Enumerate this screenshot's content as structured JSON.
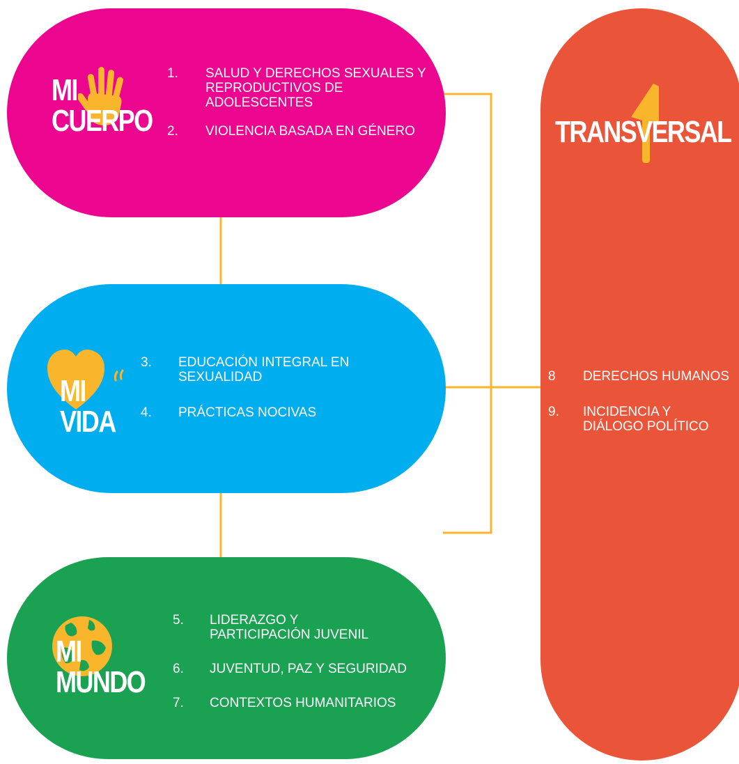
{
  "colors": {
    "cuerpo": "#EC058E",
    "vida": "#00AEEF",
    "mundo": "#1BA152",
    "transversal": "#EA553A",
    "connector": "#F9B52C",
    "icon": "#F9B52C",
    "text": "#FFFFFF"
  },
  "cuerpo": {
    "title_line1": "MI",
    "title_line2": "CUERPO",
    "icon": "hand-icon",
    "items": [
      {
        "num": "1.",
        "label": "SALUD Y DERECHOS SEXUALES Y REPRODUCTIVOS DE ADOLESCENTES"
      },
      {
        "num": "2.",
        "label": "VIOLENCIA BASADA EN GÉNERO"
      }
    ]
  },
  "vida": {
    "title_line1": "MI",
    "title_line2": "VIDA",
    "icon": "heart-icon",
    "items": [
      {
        "num": "3.",
        "label": "EDUCACIÓN INTEGRAL EN SEXUALIDAD"
      },
      {
        "num": "4.",
        "label": "PRÁCTICAS NOCIVAS"
      }
    ]
  },
  "mundo": {
    "title_line1": "MI",
    "title_line2": "MUNDO",
    "icon": "globe-icon",
    "items": [
      {
        "num": "5.",
        "label": "LIDERAZGO Y PARTICIPACIÓN JUVENIL"
      },
      {
        "num": "6.",
        "label": "JUVENTUD, PAZ Y SEGURIDAD"
      },
      {
        "num": "7.",
        "label": "CONTEXTOS HUMANITARIOS"
      }
    ]
  },
  "transversal": {
    "title": "TRANSVERSAL",
    "icon": "megaphone-icon",
    "items": [
      {
        "num": "8",
        "label": "DERECHOS HUMANOS"
      },
      {
        "num": "9.",
        "label": "INCIDENCIA Y DIÁLOGO POLÍTICO"
      }
    ]
  }
}
